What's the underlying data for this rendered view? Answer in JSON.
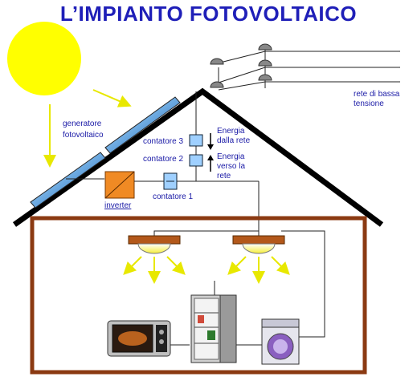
{
  "title": "L’IMPIANTO FOTOVOLTAICO",
  "labels": {
    "generator_line1": "generatore",
    "generator_line2": "fotovoltaico",
    "grid_line1": "rete di bassa",
    "grid_line2": "tensione",
    "meter3": "contatore 3",
    "meter2": "contatore 2",
    "meter1": "contatore 1",
    "inverter": "inverter",
    "energy_in_line1": "Energia",
    "energy_in_line2": "dalla rete",
    "energy_out_line1": "Energia",
    "energy_out_line2": "verso la",
    "energy_out_line3": "rete"
  },
  "colors": {
    "title": "#1f1fb8",
    "label": "#1a1aa6",
    "sun": "#ffff00",
    "ray": "#e8e800",
    "room": "#8b3a12",
    "inverter": "#f08a24",
    "meter": "#9fd0ff",
    "lamp": "#b3581a",
    "roof": "#000000"
  },
  "icons": {
    "sun": "sun-icon",
    "panel": "solar-panel-icon",
    "insulator": "insulator-icon",
    "lamp": "lamp-icon",
    "oven": "oven-icon",
    "fridge": "fridge-icon",
    "washer": "washing-machine-icon"
  }
}
